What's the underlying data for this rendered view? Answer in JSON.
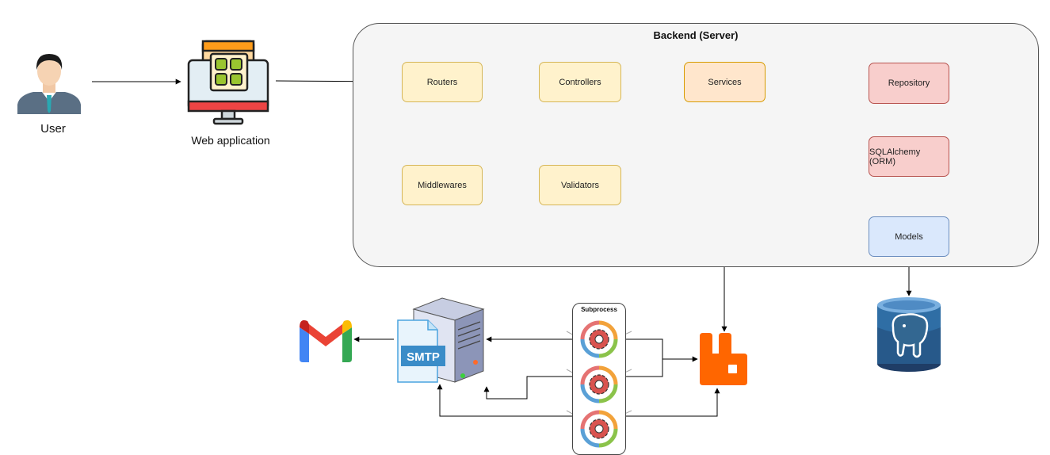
{
  "user": {
    "label": "User"
  },
  "web_app": {
    "label": "Web application"
  },
  "backend": {
    "title": "Backend (Server)",
    "routers": "Routers",
    "controllers": "Controllers",
    "services": "Services",
    "repository": "Repository",
    "middlewares": "Middlewares",
    "validators": "Validators",
    "orm": "SQLAlchemy (ORM)",
    "models": "Models"
  },
  "subprocess": {
    "title": "Subprocess"
  },
  "smtp": {
    "label": "SMTP"
  },
  "colors": {
    "yellow_fill": "#fff2cc",
    "orange_fill": "#ffe6cc",
    "red_fill": "#f8cecc",
    "blue_fill": "#dae8fc",
    "rabbitmq": "#ff6600",
    "postgres": "#336791"
  },
  "icons": [
    "user-avatar-icon",
    "web-application-icon",
    "gmail-icon",
    "smtp-server-icon",
    "subprocess-gear-icon",
    "rabbitmq-icon",
    "postgresql-icon"
  ]
}
